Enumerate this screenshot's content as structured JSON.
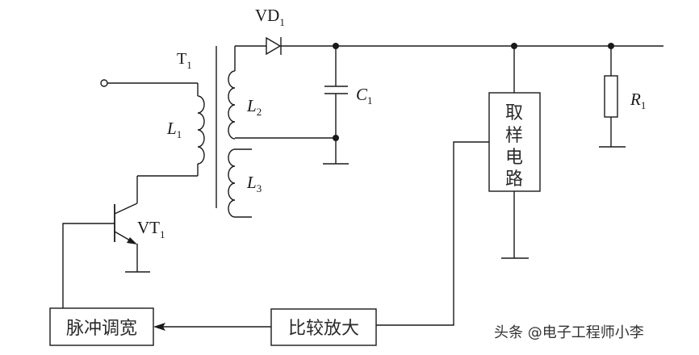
{
  "diagram": {
    "type": "circuit-schematic",
    "description": "Flyback switching power supply with PWM feedback",
    "components": {
      "transformer": {
        "name": "T",
        "sub": "1"
      },
      "primary_coil": {
        "name": "L",
        "sub": "1"
      },
      "secondary_coil": {
        "name": "L",
        "sub": "2"
      },
      "aux_coil": {
        "name": "L",
        "sub": "3"
      },
      "diode": {
        "name": "VD",
        "sub": "1"
      },
      "capacitor": {
        "name": "C",
        "sub": "1"
      },
      "resistor": {
        "name": "R",
        "sub": "1"
      },
      "transistor": {
        "name": "VT",
        "sub": "1"
      }
    },
    "blocks": {
      "sampling": {
        "chars": [
          "取",
          "样",
          "电",
          "路"
        ],
        "label": "取样电路"
      },
      "comparator": {
        "label": "比较放大"
      },
      "pwm": {
        "label": "脉冲调宽"
      }
    },
    "colors": {
      "line": "#1a1a1a",
      "background": "#ffffff"
    }
  },
  "watermark": {
    "text": "头条 @电子工程师小李"
  }
}
